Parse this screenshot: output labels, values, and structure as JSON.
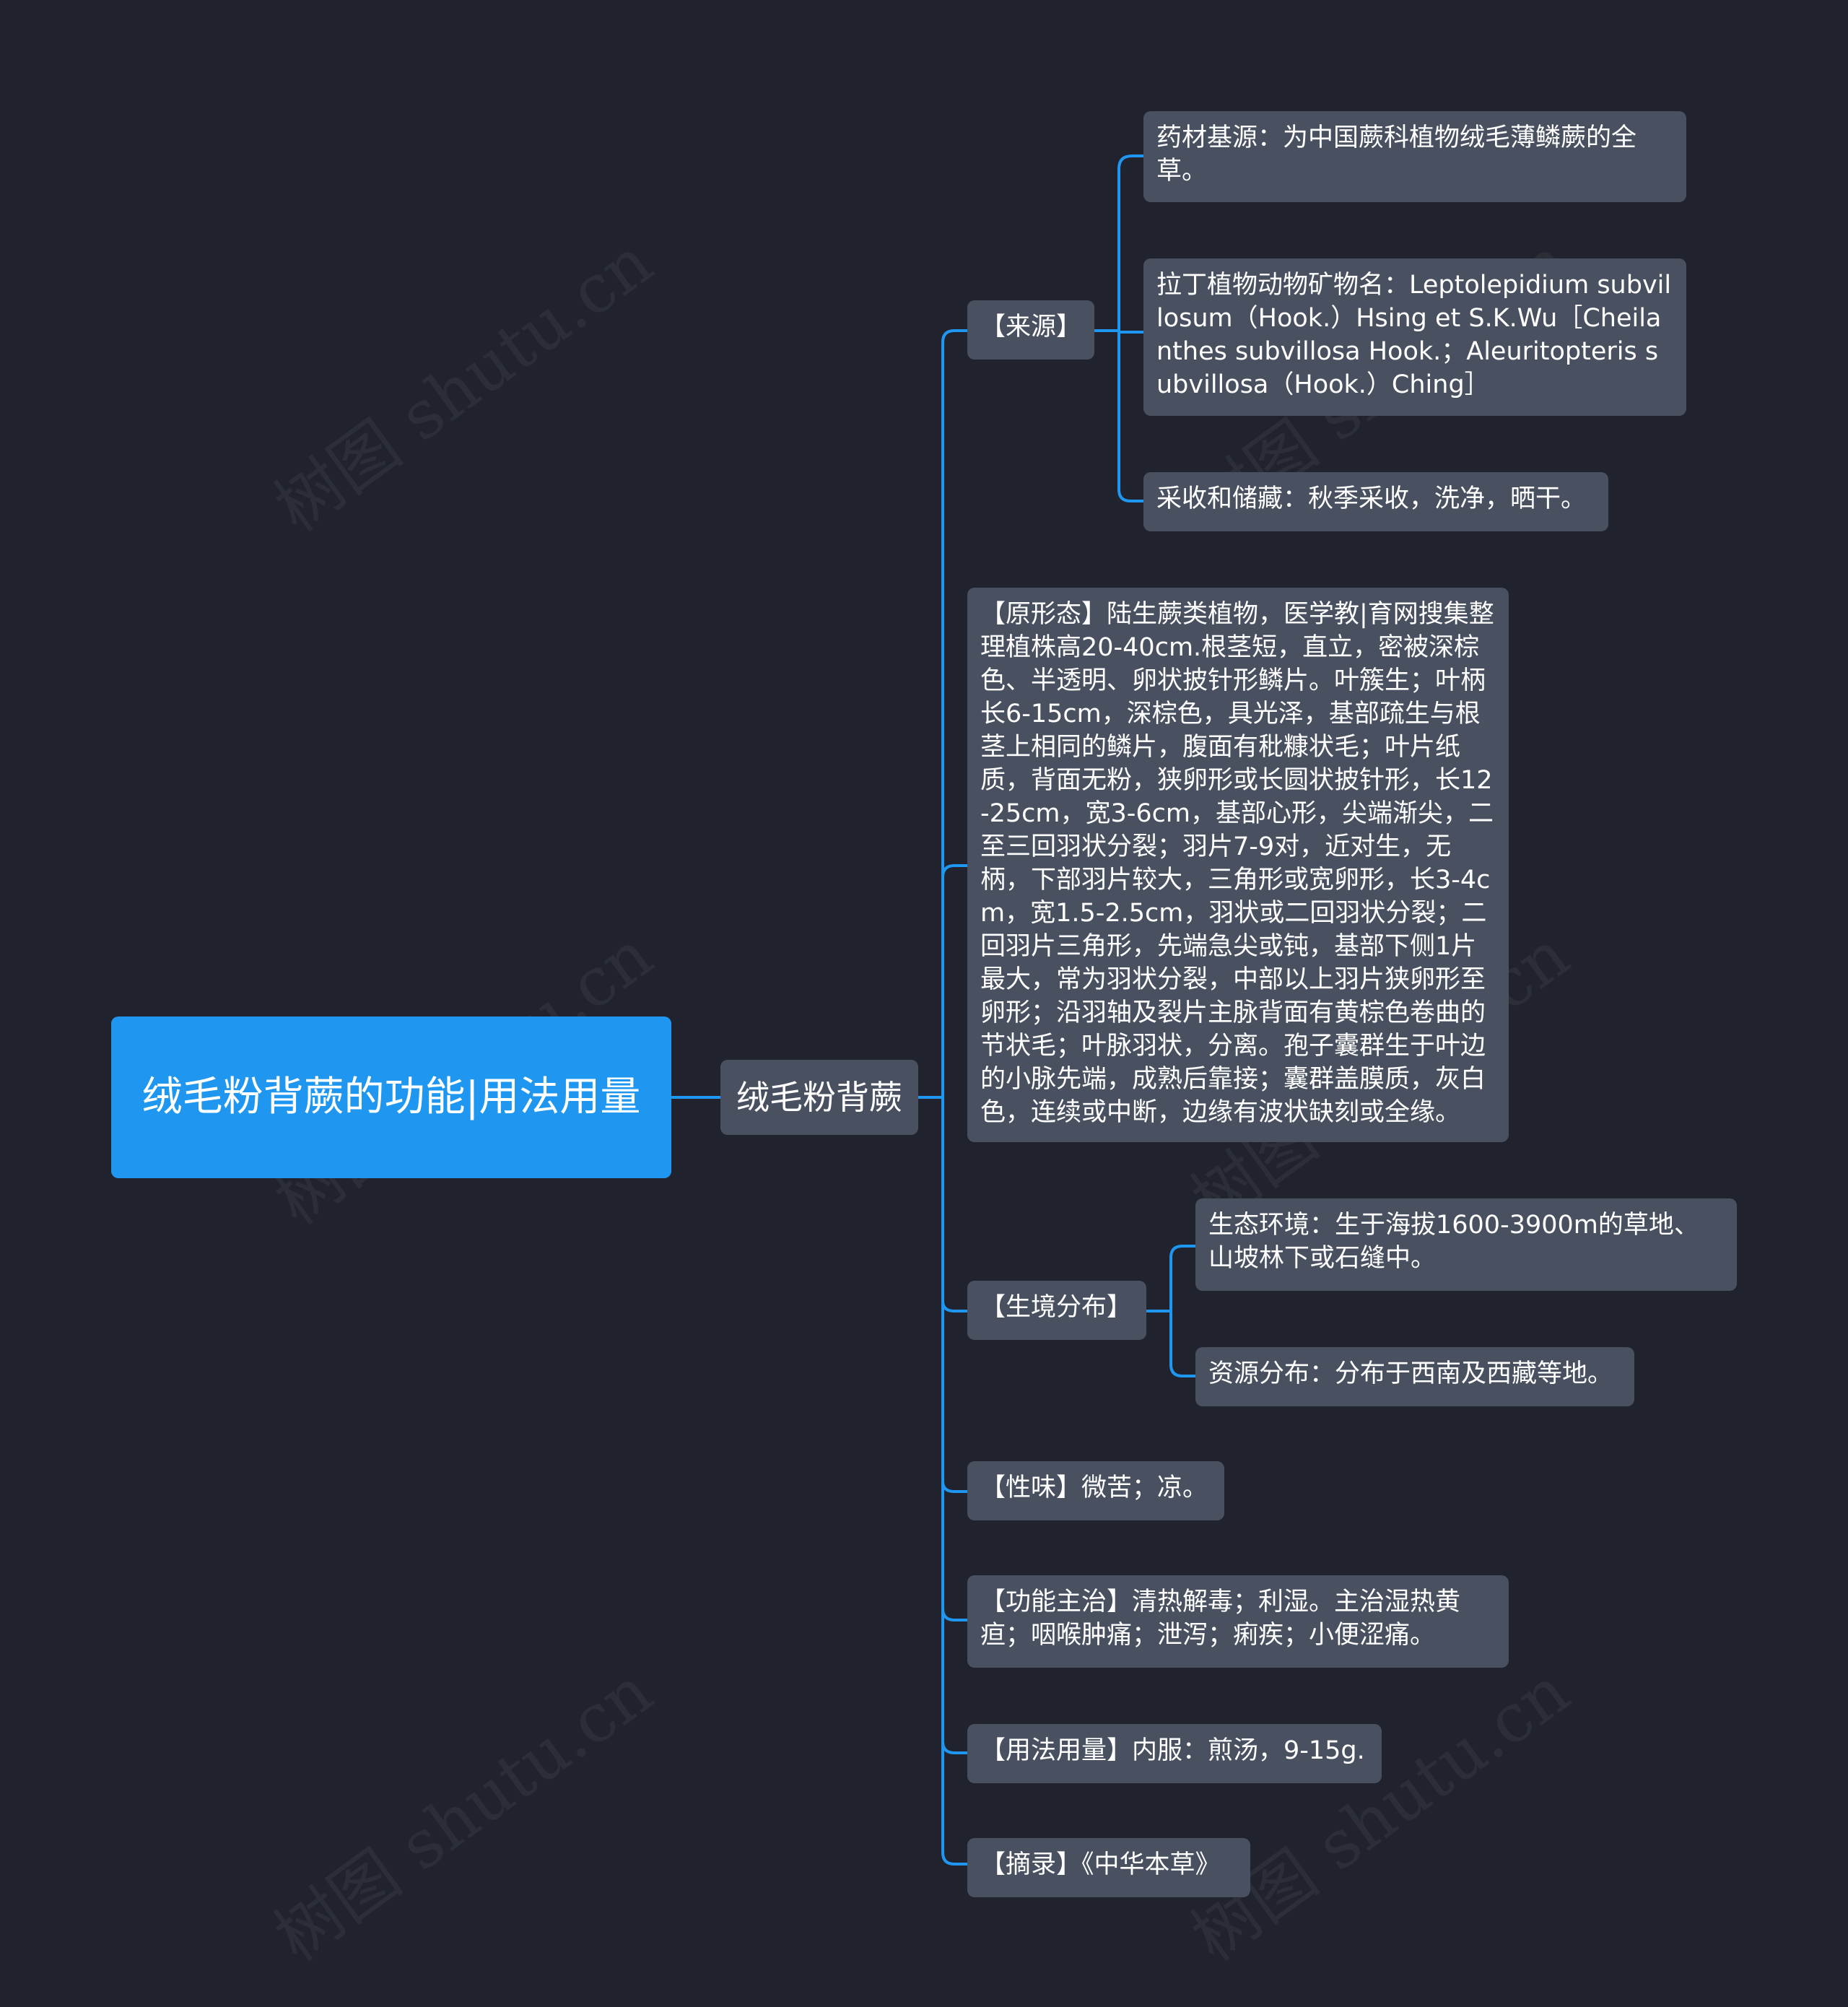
{
  "root": {
    "title": "绒毛粉背蕨的功能|用法用量"
  },
  "main": {
    "label": "绒毛粉背蕨"
  },
  "source": {
    "label": "【来源】",
    "items": [
      "药材基源：为中国蕨科植物绒毛薄鳞蕨的全草。",
      "拉丁植物动物矿物名：Leptolepidium subvillosum（Hook.）Hsing et S.K.Wu［Cheilanthes subvillosa Hook.；Aleuritopteris subvillosa（Hook.）Ching］",
      "采收和储藏：秋季采收，洗净，晒干。"
    ]
  },
  "morphology": "【原形态】陆生蕨类植物，医学教|育网搜集整理植株高20-40cm.根茎短，直立，密被深棕色、半透明、卵状披针形鳞片。叶簇生；叶柄长6-15cm，深棕色，具光泽，基部疏生与根茎上相同的鳞片，腹面有秕糠状毛；叶片纸质，背面无粉，狭卵形或长圆状披针形，长12-25cm，宽3-6cm，基部心形，尖端渐尖，二至三回羽状分裂；羽片7-9对，近对生，无柄，下部羽片较大，三角形或宽卵形，长3-4cm，宽1.5-2.5cm，羽状或二回羽状分裂；二回羽片三角形，先端急尖或钝，基部下侧1片最大，常为羽状分裂，中部以上羽片狭卵形至卵形；沿羽轴及裂片主脉背面有黄棕色卷曲的节状毛；叶脉羽状，分离。孢子囊群生于叶边的小脉先端，成熟后靠接；囊群盖膜质，灰白色，连续或中断，边缘有波状缺刻或全缘。",
  "habitat": {
    "label": "【生境分布】",
    "items": [
      "生态环境：生于海拔1600-3900m的草地、山坡林下或石缝中。",
      "资源分布：分布于西南及西藏等地。"
    ]
  },
  "taste": "【性味】微苦；凉。",
  "function": "【功能主治】清热解毒；利湿。主治湿热黄疸；咽喉肿痛；泄泻；痢疾；小便涩痛。",
  "dosage": "【用法用量】内服：煎汤，9-15g.",
  "excerpt": "【摘录】《中华本草》",
  "colors": {
    "background": "#20232d",
    "root": "#1f97f0",
    "node": "#495060",
    "line": "#1f97f0"
  },
  "watermark": "树图 shutu.cn"
}
